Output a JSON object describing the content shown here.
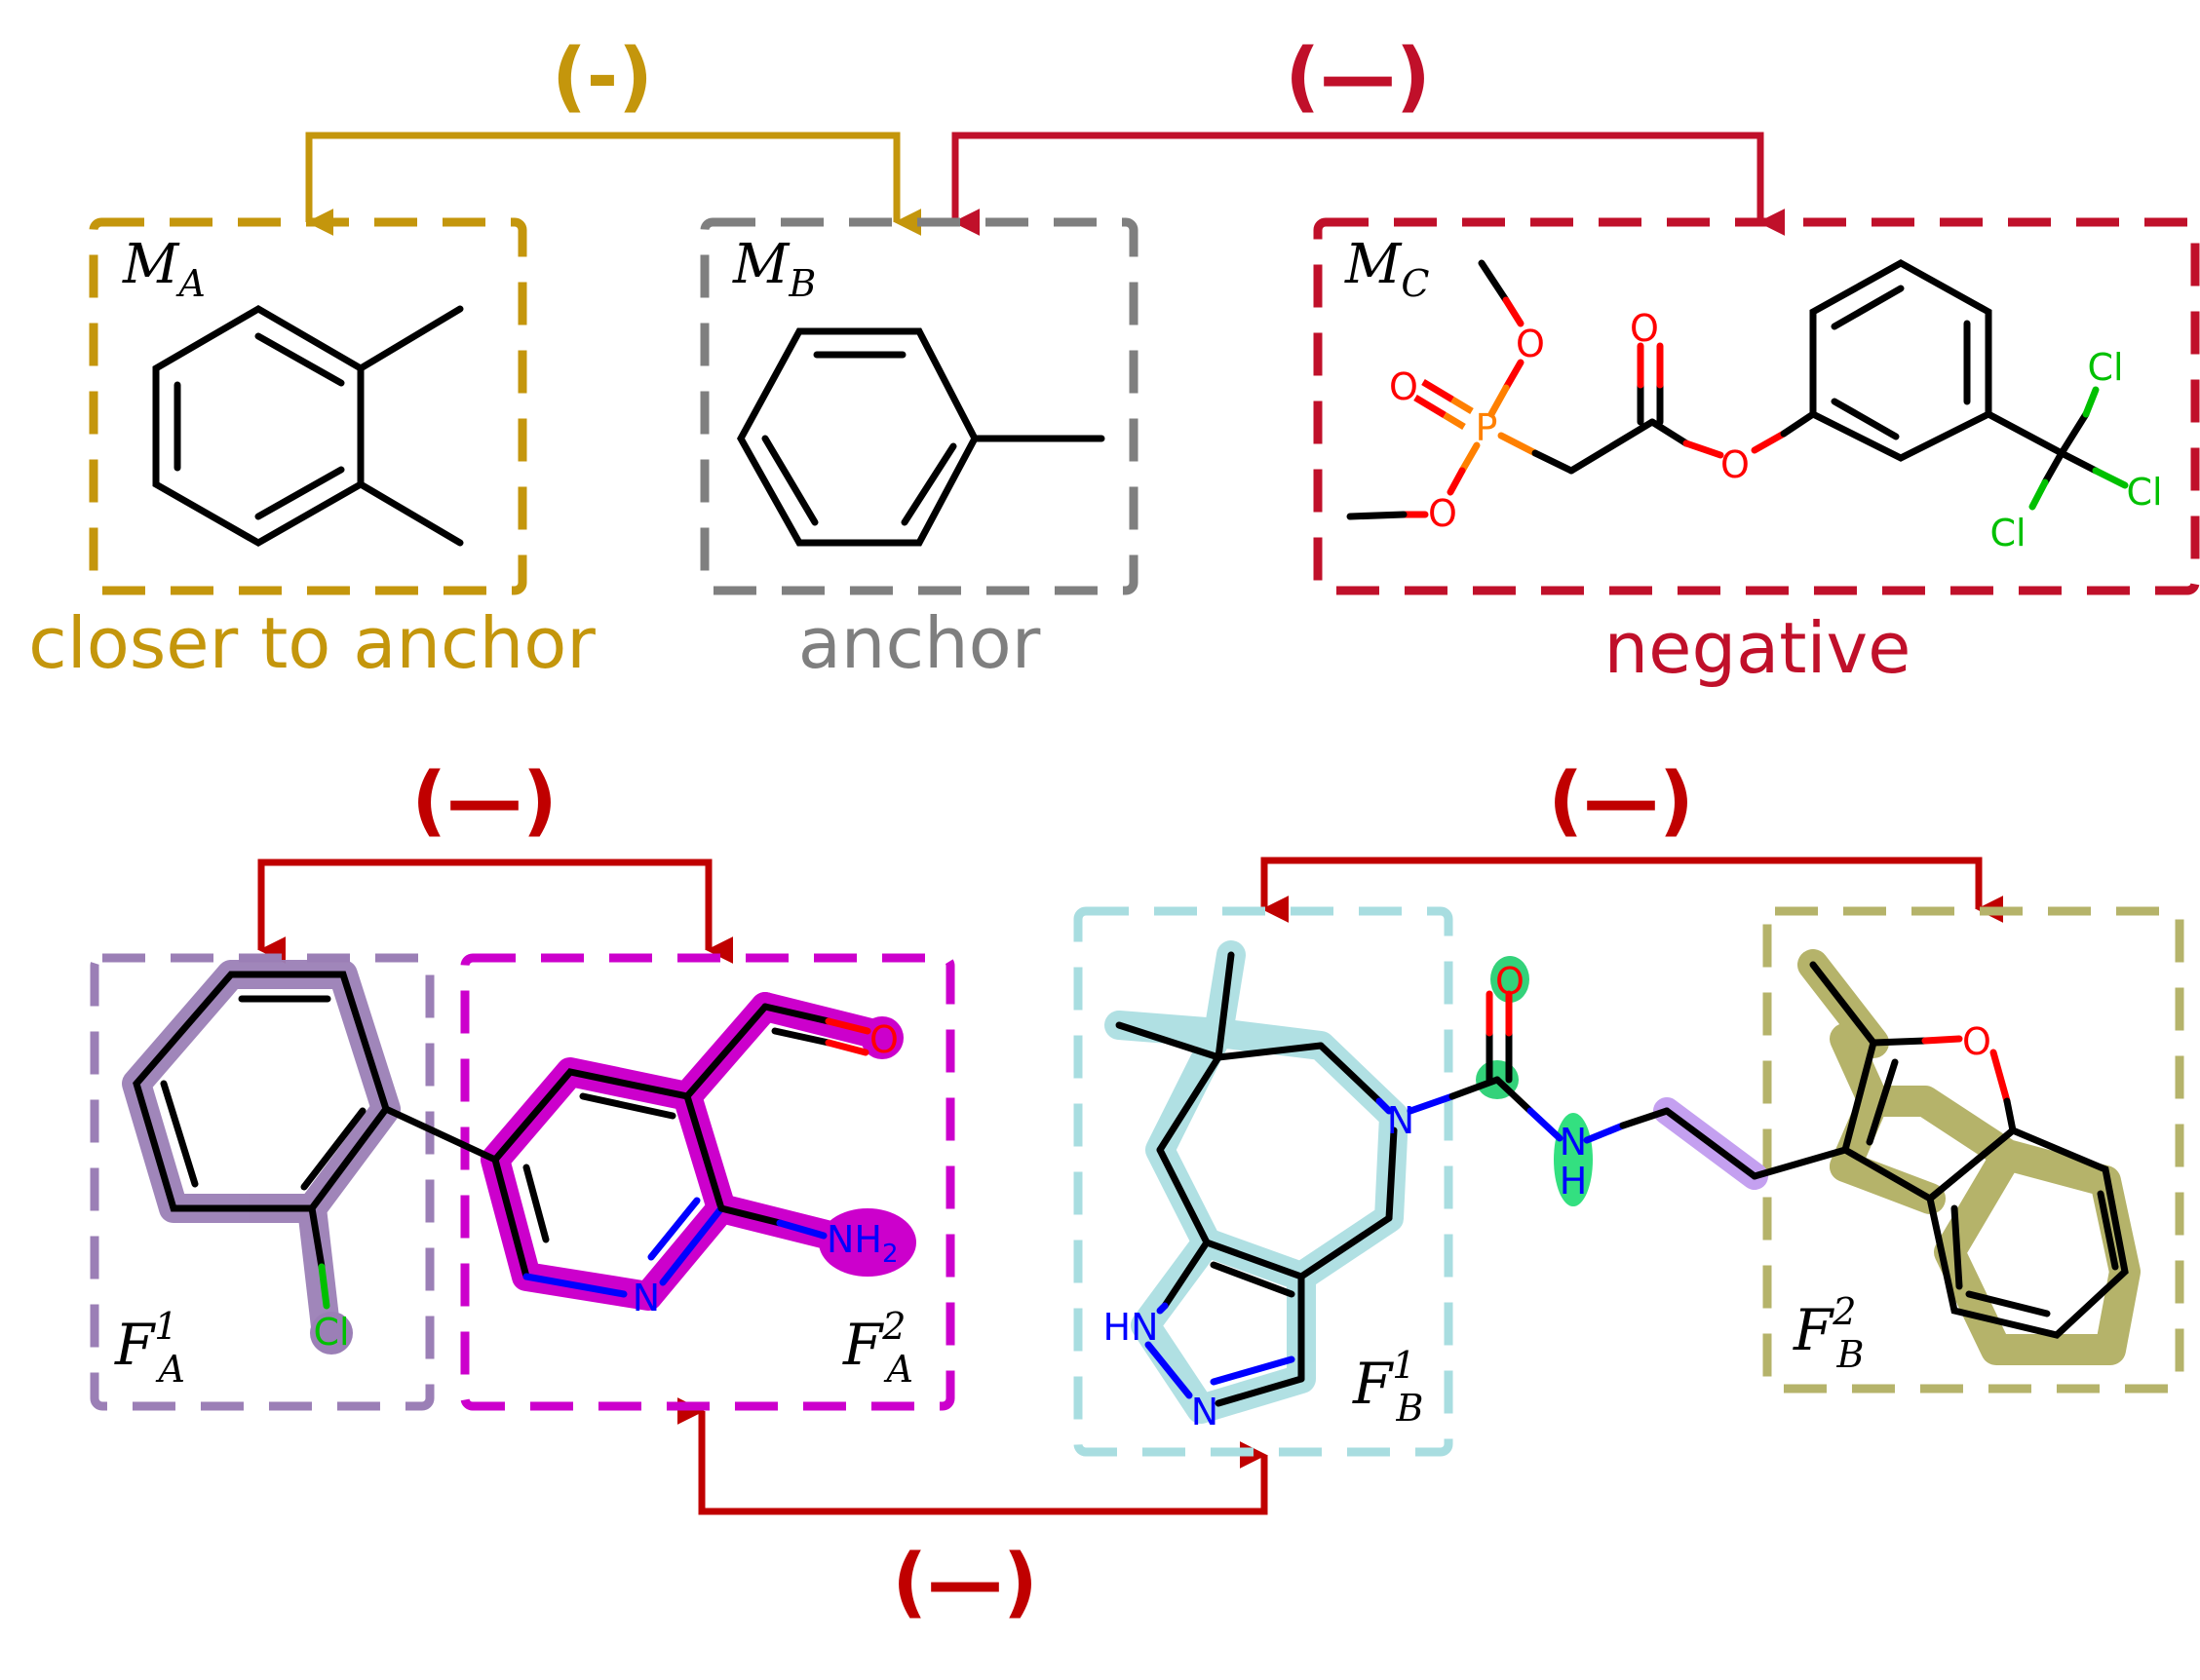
{
  "colors": {
    "gold": "#c4960c",
    "gray": "#7f7f7f",
    "crimson": "#c0102a",
    "red": "#c00000",
    "purple_frag": "#9b7fb6",
    "magenta_frag": "#cc00cc",
    "cyan_frag": "#a8dde0",
    "olive_frag": "#b5b36a",
    "oxygen": "#ff0000",
    "nitrogen": "#0000ff",
    "chlorine": "#00c000",
    "phosphorus": "#ff8000"
  },
  "top": {
    "left_relation": "(-)",
    "right_relation": "(—)",
    "molecules": [
      {
        "label_main": "M",
        "label_sub": "A",
        "caption": "closer to anchor"
      },
      {
        "label_main": "M",
        "label_sub": "B",
        "caption": "anchor"
      },
      {
        "label_main": "M",
        "label_sub": "C",
        "caption": "negative"
      }
    ]
  },
  "bottom": {
    "left_relation": "(—)",
    "right_relation": "(—)",
    "bottom_relation": "(—)",
    "fragments": [
      {
        "main": "F",
        "sub": "A",
        "sup": "1"
      },
      {
        "main": "F",
        "sub": "A",
        "sup": "2"
      },
      {
        "main": "F",
        "sub": "B",
        "sup": "1"
      },
      {
        "main": "F",
        "sub": "B",
        "sup": "2"
      }
    ]
  },
  "atoms": {
    "O": "O",
    "P": "P",
    "Cl": "Cl",
    "N": "N",
    "NH2_main": "NH",
    "NH2_sub": "2",
    "HN": "HN",
    "NH_N": "N",
    "NH_H": "H"
  }
}
